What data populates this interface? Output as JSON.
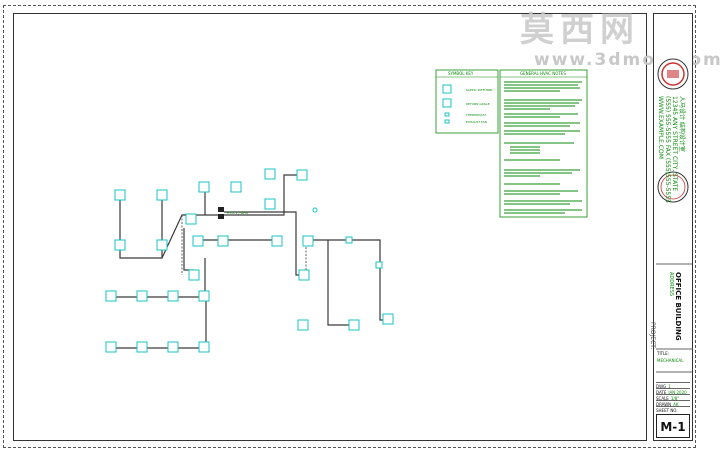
{
  "watermark": {
    "brand": "莫西网",
    "url": "www.3dmox.com"
  },
  "title_block": {
    "firm_lines": [
      "人马设计 结构设计室",
      "12345 ANY STREET CITY, STATE",
      "(555) 555-5555 FAX (555)555-5555",
      "WWW.EXAMPLE.COM"
    ],
    "project_label": "PROJECT:",
    "project_name": "OFFICE BUILDING",
    "project_sub": "ADDRESS",
    "title_label": "TITLE:",
    "title_value": "MECHANICAL",
    "rows": [
      {
        "label": "DWG",
        "value": "1"
      },
      {
        "label": "DATE",
        "value": "JAN 2020"
      },
      {
        "label": "SCALE",
        "value": "1/8\""
      },
      {
        "label": "DRAWN",
        "value": "AK"
      },
      {
        "label": "SHEET NO.",
        "value": ""
      }
    ],
    "sheet_no": "M-1"
  },
  "legend": {
    "title": "SYMBOL KEY",
    "entries": [
      "SUPPLY DIFFUSER",
      "RETURN GRILLE",
      "THERMOSTAT",
      "EXHAUST FAN"
    ]
  },
  "notes": {
    "title": "GENERAL HVAC NOTES"
  },
  "diagram_labels": {
    "equipment_tag": "RTU-1 / AHU"
  },
  "colors": {
    "duct": "#3a3a3a",
    "diffuser": "#19c4c4",
    "legend": "#0a8a0a",
    "frame": "#333333"
  }
}
